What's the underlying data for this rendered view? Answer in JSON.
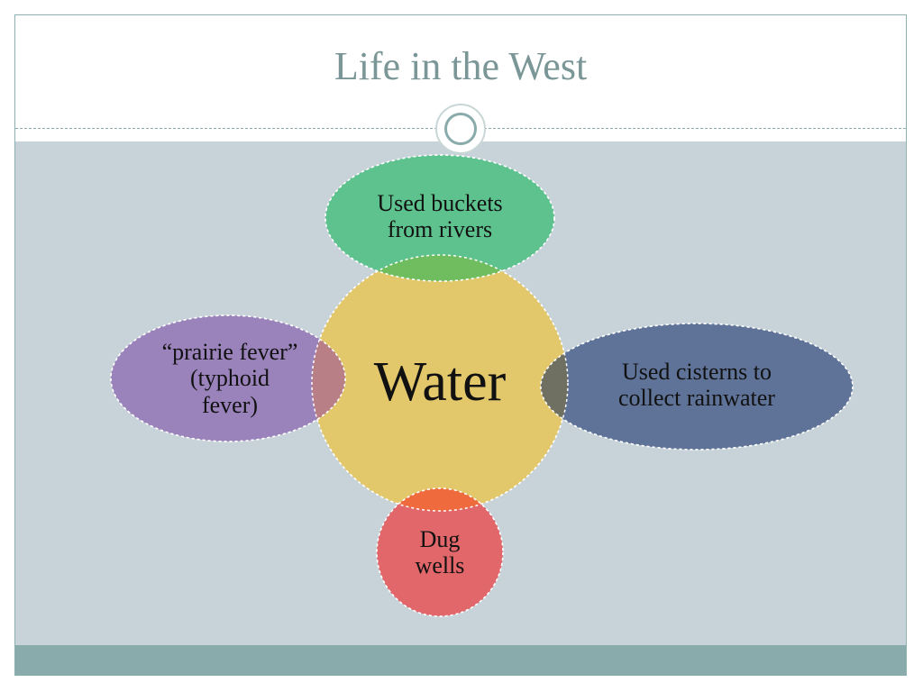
{
  "slide": {
    "title": "Life in the West"
  },
  "diagram": {
    "center": {
      "label": "Water",
      "color": "#e2c76b"
    },
    "nodes": {
      "top": {
        "label": "Used buckets\nfrom rivers",
        "color": "#5ec28f"
      },
      "right": {
        "label": "Used cisterns to\ncollect rainwater",
        "color": "#5f7398"
      },
      "bottom": {
        "label": "Dug\nwells",
        "color": "#e1676b"
      },
      "left": {
        "label": "“prairie fever”\n(typhoid\nfever)",
        "color": "#9a82bb"
      }
    },
    "overlap_colors": {
      "top": "#6fbd5e",
      "right": "#6f6f62",
      "bottom": "#ef6a3c",
      "left": "#b97f86"
    }
  },
  "theme": {
    "title_color": "#7a9696",
    "band_color": "#c8d3d9",
    "footer_color": "#8aabab"
  }
}
